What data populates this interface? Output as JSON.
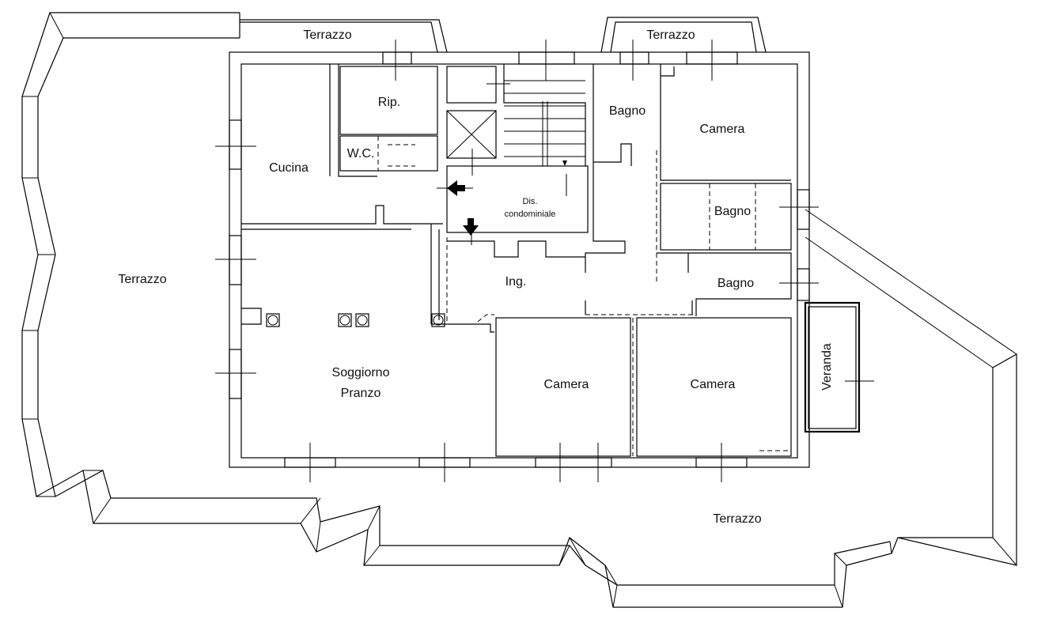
{
  "rooms": {
    "terrazzo_top_left": "Terrazzo",
    "terrazzo_top_right": "Terrazzo",
    "terrazzo_left": "Terrazzo",
    "terrazzo_bottom": "Terrazzo",
    "rip": "Rip.",
    "wc": "W.C.",
    "cucina": "Cucina",
    "bagno_1": "Bagno",
    "camera_top_right": "Camera",
    "bagno_2": "Bagno",
    "bagno_3": "Bagno",
    "dis_line1": "Dis.",
    "dis_line2": "condominiale",
    "ing": "Ing.",
    "soggiorno_line1": "Soggiorno",
    "soggiorno_line2": "Pranzo",
    "camera_mid": "Camera",
    "camera_right": "Camera",
    "veranda": "Veranda"
  },
  "colors": {
    "line": "#000000",
    "background": "#ffffff"
  }
}
